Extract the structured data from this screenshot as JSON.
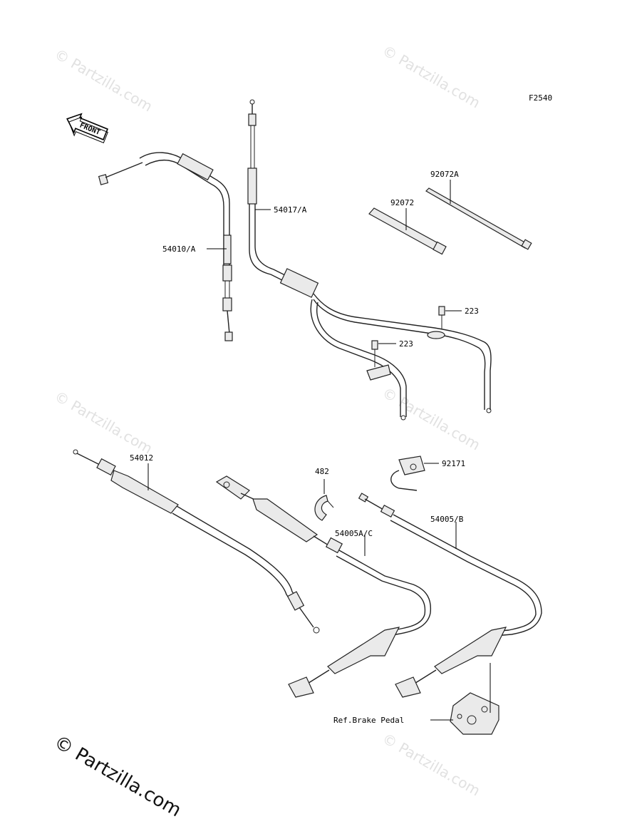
{
  "diagram": {
    "figure_code": "F2540",
    "front_arrow_label": "FRONT",
    "callouts": {
      "c54010A": "54010/A",
      "c54017A": "54017/A",
      "c92072A": "92072A",
      "c92072": "92072",
      "c223a": "223",
      "c223b": "223",
      "c54012": "54012",
      "c482": "482",
      "c92171": "92171",
      "c54005AC": "54005A/C",
      "c54005B": "54005/B",
      "ref_brake": "Ref.Brake Pedal"
    }
  },
  "watermark": {
    "small": "© Partzilla.com",
    "large": "© Partzilla.com"
  }
}
